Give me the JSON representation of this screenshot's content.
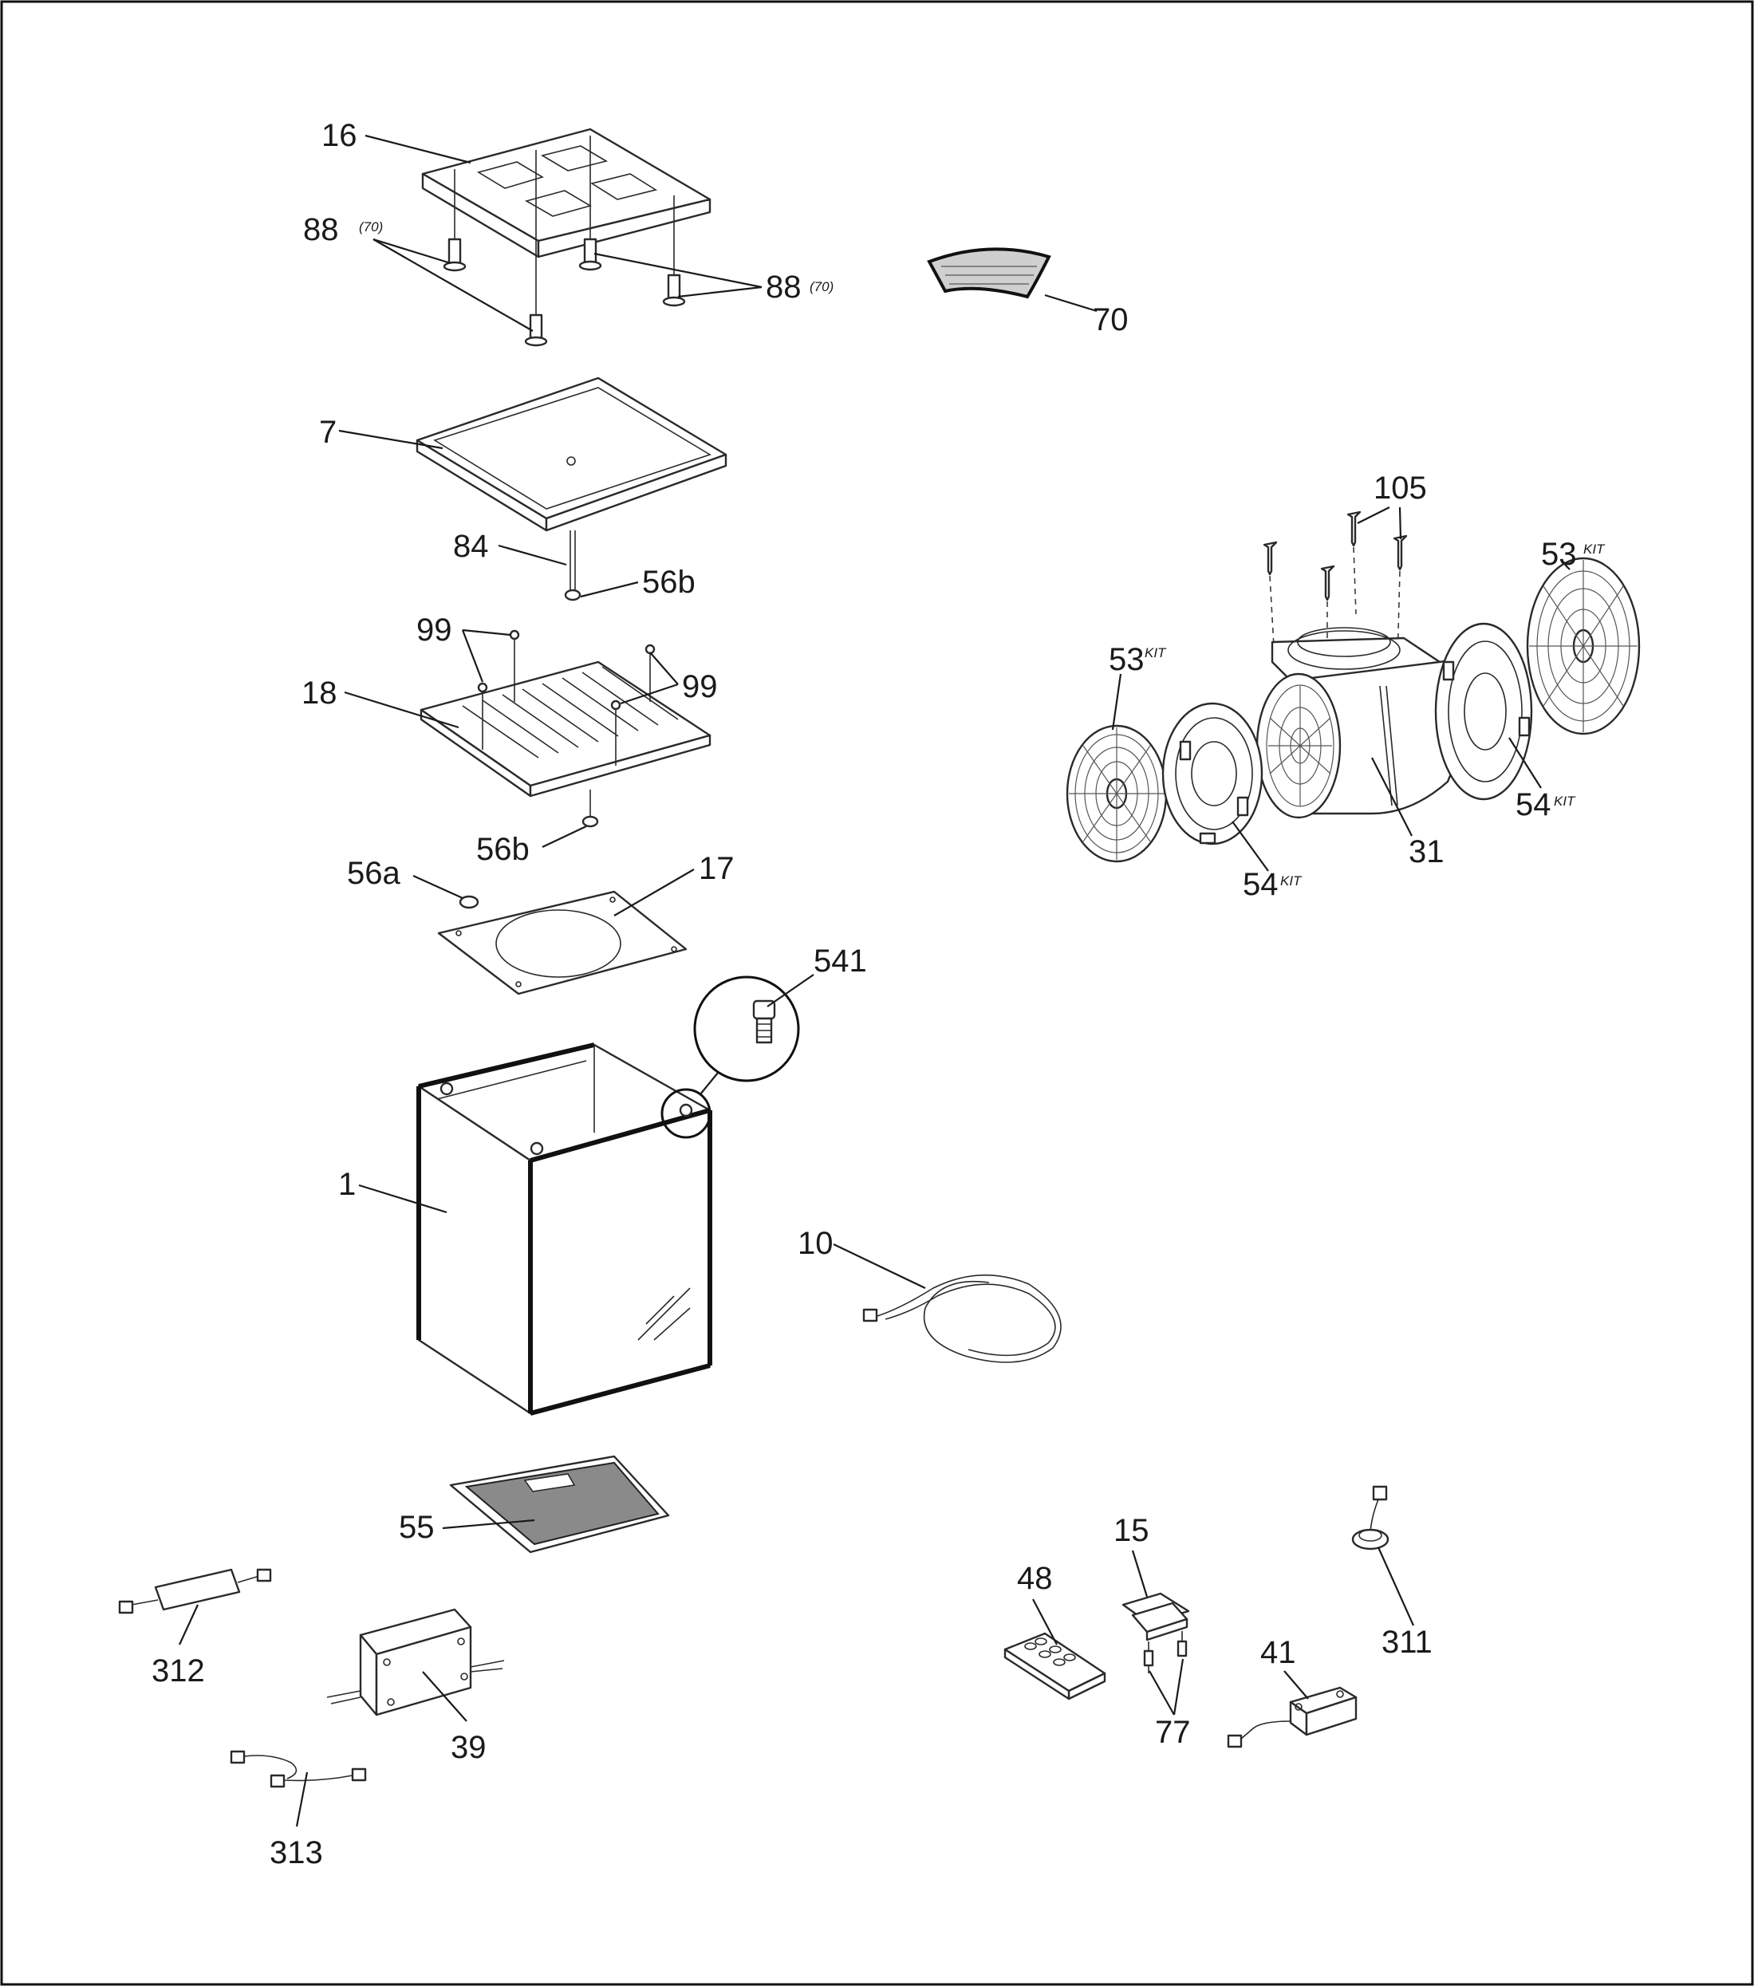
{
  "labels": {
    "l16": "16",
    "l88a": "88",
    "l88a_sub": "(70)",
    "l88b": "88",
    "l88b_sub": "(70)",
    "l70": "70",
    "l7": "7",
    "l84": "84",
    "l56b_top": "56b",
    "l99a": "99",
    "l99b": "99",
    "l18": "18",
    "l56b_low": "56b",
    "l56a": "56a",
    "l17": "17",
    "l541": "541",
    "l1": "1",
    "l10": "10",
    "l55": "55",
    "l312": "312",
    "l39": "39",
    "l313": "313",
    "l105": "105",
    "l53_left": "53",
    "l53_left_sub": "KIT",
    "l53_right": "53",
    "l53_right_sub": "KIT",
    "l54_left": "54",
    "l54_left_sub": "KIT",
    "l54_right": "54",
    "l54_right_sub": "KIT",
    "l31": "31",
    "l15": "15",
    "l48": "48",
    "l41": "41",
    "l311": "311",
    "l77": "77"
  },
  "colors": {
    "line": "#2a2a2a",
    "background": "#ffffff"
  }
}
